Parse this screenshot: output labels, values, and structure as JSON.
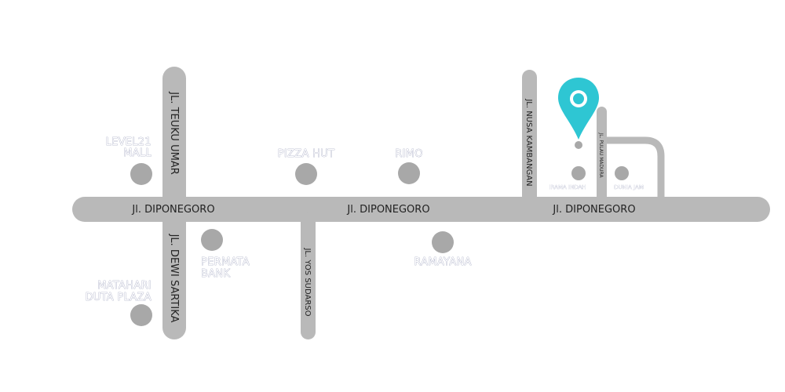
{
  "colors": {
    "road": "#b9b9b9",
    "poi_dot": "#a8a8a8",
    "pin": "#2ec6d3",
    "pin_hole": "#ffffff"
  },
  "roads": {
    "diponegoro_1": "Jl. DIPONEGORO",
    "diponegoro_2": "Jl. DIPONEGORO",
    "diponegoro_3": "Jl. DIPONEGORO",
    "teuku_umar": "JL. TEUKU UMAR",
    "dewi_sartika": "JL. DEWI SARTIKA",
    "yos_sudarso": "JL. YOS SUDARSO",
    "nusa_kambangan": "JL. NUSA KAMBANGAN",
    "pulau_madura": "JL. PULAU MADURA"
  },
  "places": {
    "level21_line1": "LEVEL21",
    "level21_line2": "MALL",
    "pizza_hut": "PIZZA HUT",
    "rimo": "RIMO",
    "permata_line1": "PERMATA",
    "permata_line2": "BANK",
    "ramayana": "RAMAYANA",
    "matahari_line1": "MATAHARI",
    "matahari_line2": "DUTA PLAZA",
    "irama_indah": "IRAMA INDAH",
    "dunia_jam": "DUNIA JAM"
  },
  "marker": {
    "icon": "location-pin-icon"
  }
}
